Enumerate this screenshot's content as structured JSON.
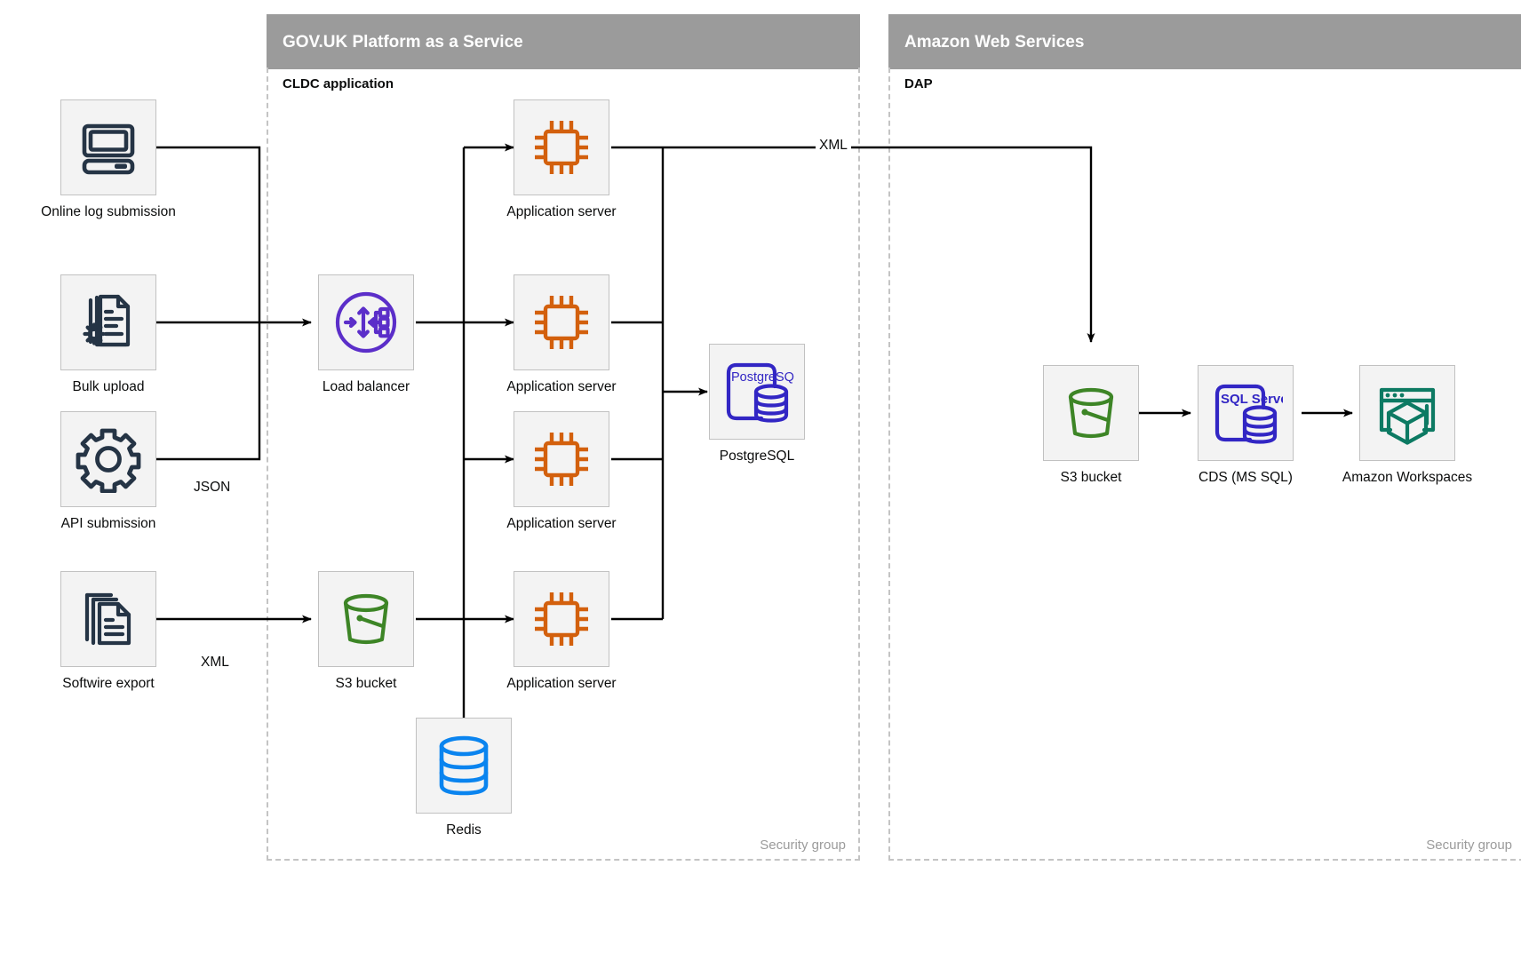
{
  "groups": [
    {
      "id": "paas",
      "title": "GOV.UK Platform as a Service",
      "sublabel": "CLDC application",
      "security_label": "Security group"
    },
    {
      "id": "aws",
      "title": "Amazon Web Services",
      "sublabel": "DAP",
      "security_label": "Security group"
    }
  ],
  "nodes": {
    "online_log_submission": {
      "label": "Online log submission",
      "icon": "desktop-computer-icon"
    },
    "bulk_upload": {
      "label": "Bulk upload",
      "icon": "document-gear-icon"
    },
    "api_submission": {
      "label": "API submission",
      "icon": "gear-icon"
    },
    "softwire_export": {
      "label": "Softwire export",
      "icon": "document-stack-icon"
    },
    "load_balancer": {
      "label": "Load balancer",
      "icon": "load-balancer-icon"
    },
    "app_server_1": {
      "label": "Application server",
      "icon": "cpu-chip-icon"
    },
    "app_server_2": {
      "label": "Application server",
      "icon": "cpu-chip-icon"
    },
    "app_server_3": {
      "label": "Application server",
      "icon": "cpu-chip-icon"
    },
    "app_server_4": {
      "label": "Application server",
      "icon": "cpu-chip-icon"
    },
    "s3_bucket_paas": {
      "label": "S3 bucket",
      "icon": "bucket-icon"
    },
    "redis": {
      "label": "Redis",
      "icon": "database-cylinder-icon"
    },
    "postgresql": {
      "label": "PostgreSQL",
      "icon": "postgresql-icon",
      "icon_text": "PostgreSQL"
    },
    "s3_bucket_aws": {
      "label": "S3 bucket",
      "icon": "bucket-icon"
    },
    "cds_ms_sql": {
      "label": "CDS (MS SQL)",
      "icon": "sql-server-icon",
      "icon_text": "SQL Server"
    },
    "amazon_workspaces": {
      "label": "Amazon Workspaces",
      "icon": "workspaces-cube-icon"
    }
  },
  "edge_labels": {
    "api_to_lb": "JSON",
    "softwire_to_s3": "XML",
    "app_to_s3_aws": "XML"
  },
  "colors": {
    "group_header_bg": "#9b9b9b",
    "tile_bg": "#f3f3f3",
    "tile_border": "#c1c1c1",
    "dashed_border": "#c4c4c4",
    "icon_dark": "#253445",
    "icon_purple": "#5b2ec9",
    "icon_orange": "#d3600d",
    "icon_green": "#3d8526",
    "icon_blue_db": "#0a84ef",
    "icon_db_indigo": "#3226c4",
    "icon_teal": "#0d7a63",
    "line": "#000000",
    "muted_text": "#9b9b9b"
  }
}
